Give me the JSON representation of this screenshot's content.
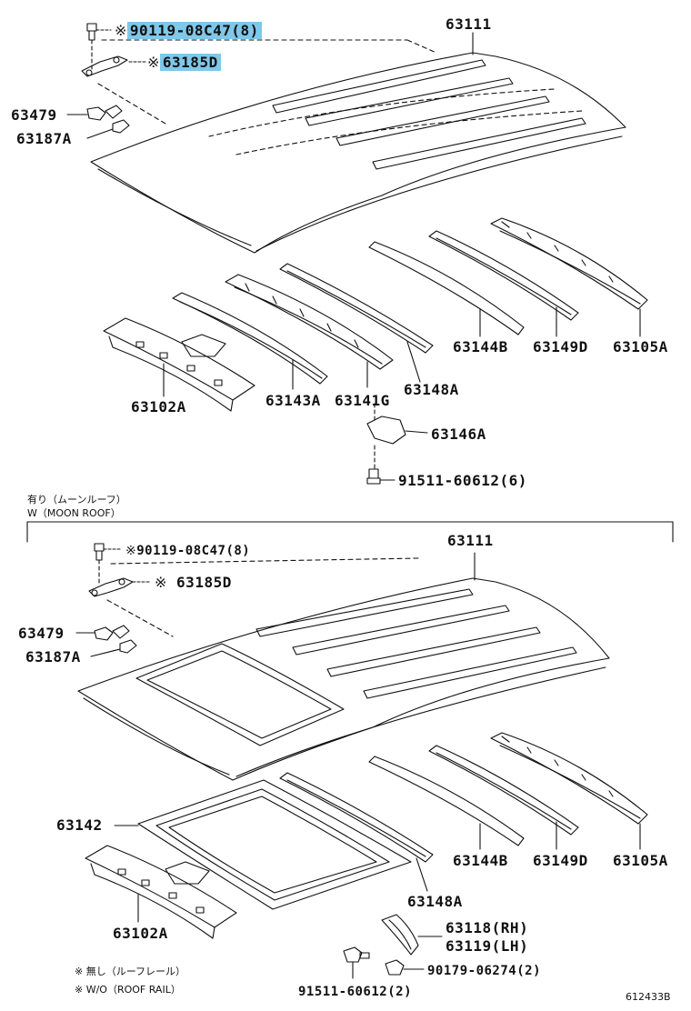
{
  "top": {
    "labels": {
      "p90119": "90119-08C47(8)",
      "p63185d": "63185D",
      "p63111": "63111",
      "p63479": "63479",
      "p63187a": "63187A",
      "p63144b": "63144B",
      "p63149d": "63149D",
      "p63105a": "63105A",
      "p63102a": "63102A",
      "p63143a": "63143A",
      "p63141g": "63141G",
      "p63148a": "63148A",
      "p63146a": "63146A",
      "p91511": "91511-60612(6)"
    },
    "highlight_color": "#7ec8ea"
  },
  "section": {
    "title_jp": "有り（ムーンルーフ）",
    "title_en": "W（MOON ROOF）"
  },
  "bottom": {
    "labels": {
      "p90119": "90119-08C47(8)",
      "p63185d": "63185D",
      "p63111": "63111",
      "p63479": "63479",
      "p63187a": "63187A",
      "p63142": "63142",
      "p63144b": "63144B",
      "p63149d": "63149D",
      "p63105a": "63105A",
      "p63102a": "63102A",
      "p63148a": "63148A",
      "p63118rh": "63118(RH)",
      "p63119lh": "63119(LH)",
      "p90179": "90179-06274(2)",
      "p91511": "91511-60612(2)"
    }
  },
  "footnotes": {
    "mark": "※",
    "jp": "※ 無し（ルーフレール）",
    "en": "※ W/O（ROOF RAIL）"
  },
  "diagram_id": "612433B"
}
